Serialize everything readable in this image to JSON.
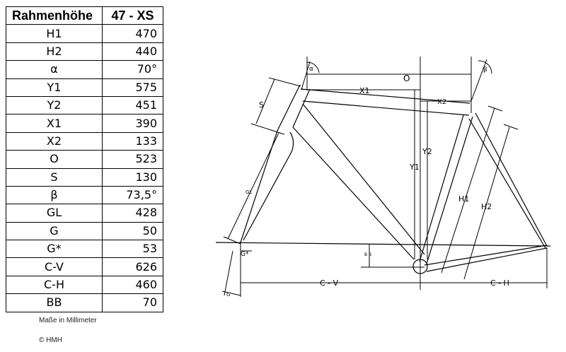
{
  "table": {
    "header": [
      "Rahmenhöhe",
      "47 - XS"
    ],
    "rows": [
      {
        "label": "H1",
        "value": "470"
      },
      {
        "label": "H2",
        "value": "440"
      },
      {
        "label": "α",
        "value": "70°"
      },
      {
        "label": "Y1",
        "value": "575"
      },
      {
        "label": "Y2",
        "value": "451"
      },
      {
        "label": "X1",
        "value": "390"
      },
      {
        "label": "X2",
        "value": "133"
      },
      {
        "label": "O",
        "value": "523"
      },
      {
        "label": "S",
        "value": "130"
      },
      {
        "label": "β",
        "value": "73,5°"
      },
      {
        "label": "GL",
        "value": "428"
      },
      {
        "label": "G",
        "value": "50"
      },
      {
        "label": "G*",
        "value": "53"
      },
      {
        "label": "C-V",
        "value": "626"
      },
      {
        "label": "C-H",
        "value": "460"
      },
      {
        "label": "BB",
        "value": "70"
      }
    ]
  },
  "notes": {
    "units": "Maße in Millimeter",
    "copyright": "© HMH"
  },
  "diagram": {
    "labels": {
      "o": "O",
      "x1": "X1",
      "x2": "X2",
      "y1": "Y1",
      "y2": "Y2",
      "h1": "H1",
      "h2": "H2",
      "s": "S",
      "gl": "GL",
      "g": "G",
      "g_star": "G*",
      "cv": "C - V",
      "ch": "C - H",
      "bb": "B B",
      "alpha": "α",
      "beta": "β"
    }
  }
}
